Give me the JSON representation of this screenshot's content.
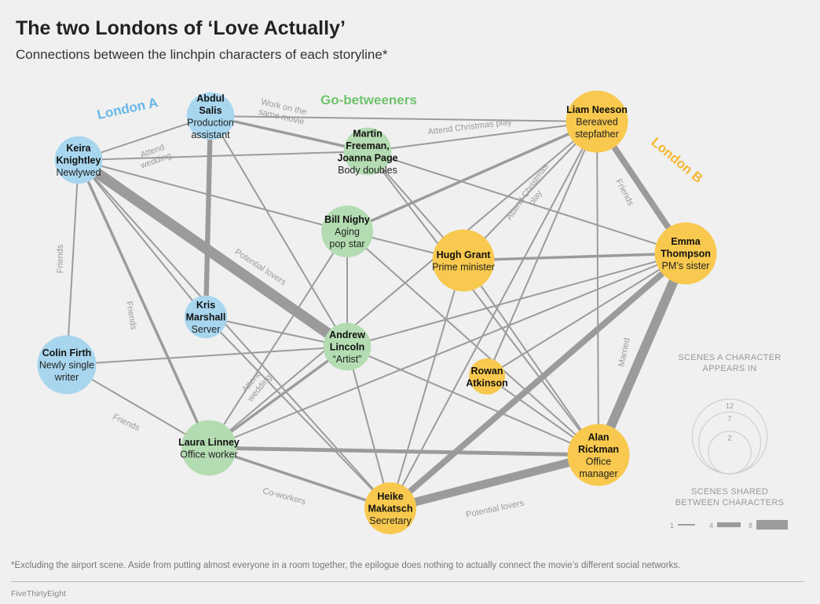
{
  "title": "The two Londons of ‘Love Actually’",
  "subtitle": "Connections between the linchpin characters of each storyline*",
  "group_labels": {
    "london_a": "London A",
    "go_betweeners": "Go-betweeners",
    "london_b": "London B"
  },
  "colors": {
    "london_a": "#a9d6ef",
    "go_betweeners": "#b4dcb2",
    "london_b": "#f8c94e",
    "edge": "#9b9b9b",
    "background": "#f0f0f0"
  },
  "nodes": [
    {
      "id": "keira",
      "name": [
        "Keira",
        "Knightley"
      ],
      "desc": [
        "Newlywed"
      ],
      "group": "london_a",
      "scenes": 3
    },
    {
      "id": "abdul",
      "name": [
        "Abdul",
        "Salis"
      ],
      "desc": [
        "Production",
        "assistant"
      ],
      "group": "london_a",
      "scenes": 3
    },
    {
      "id": "kris",
      "name": [
        "Kris",
        "Marshall"
      ],
      "desc": [
        "Server"
      ],
      "group": "london_a",
      "scenes": 2
    },
    {
      "id": "colin",
      "name": [
        "Colin Firth"
      ],
      "desc": [
        "Newly single",
        "writer"
      ],
      "group": "london_a",
      "scenes": 6
    },
    {
      "id": "martin",
      "name": [
        "Martin",
        "Freeman,",
        "Joanna Page"
      ],
      "desc": [
        "Body doubles"
      ],
      "group": "go_betweeners",
      "scenes": 3
    },
    {
      "id": "bill",
      "name": [
        "Bill Nighy"
      ],
      "desc": [
        "Aging",
        "pop star"
      ],
      "group": "go_betweeners",
      "scenes": 4
    },
    {
      "id": "andrew",
      "name": [
        "Andrew",
        "Lincoln"
      ],
      "desc": [
        "“Artist”"
      ],
      "group": "go_betweeners",
      "scenes": 3
    },
    {
      "id": "laura",
      "name": [
        "Laura Linney"
      ],
      "desc": [
        "Office worker"
      ],
      "group": "go_betweeners",
      "scenes": 5
    },
    {
      "id": "liam",
      "name": [
        "Liam Neeson"
      ],
      "desc": [
        "Bereaved",
        "stepfather"
      ],
      "group": "london_b",
      "scenes": 7
    },
    {
      "id": "emma",
      "name": [
        "Emma",
        "Thompson"
      ],
      "desc": [
        "PM’s sister"
      ],
      "group": "london_b",
      "scenes": 7
    },
    {
      "id": "hugh",
      "name": [
        "Hugh Grant"
      ],
      "desc": [
        "Prime minister"
      ],
      "group": "london_b",
      "scenes": 7
    },
    {
      "id": "rowan",
      "name": [
        "Rowan",
        "Atkinson"
      ],
      "desc": [],
      "group": "london_b",
      "scenes": 1
    },
    {
      "id": "alan",
      "name": [
        "Alan",
        "Rickman"
      ],
      "desc": [
        "Office",
        "manager"
      ],
      "group": "london_b",
      "scenes": 7
    },
    {
      "id": "heike",
      "name": [
        "Heike",
        "Makatsch"
      ],
      "desc": [
        "Secretary"
      ],
      "group": "london_b",
      "scenes": 4
    }
  ],
  "edges": [
    {
      "source": "keira",
      "target": "andrew",
      "shared": 9,
      "label": [
        "Potential lovers"
      ]
    },
    {
      "source": "keira",
      "target": "abdul",
      "shared": 1,
      "label": [
        "Attend",
        "wedding"
      ]
    },
    {
      "source": "keira",
      "target": "colin",
      "shared": 1,
      "label": [
        "Friends"
      ]
    },
    {
      "source": "keira",
      "target": "laura",
      "shared": 2,
      "label": [
        "Friends"
      ]
    },
    {
      "source": "keira",
      "target": "kris",
      "shared": 1
    },
    {
      "source": "keira",
      "target": "bill",
      "shared": 1
    },
    {
      "source": "keira",
      "target": "heike",
      "shared": 1
    },
    {
      "source": "keira",
      "target": "martin",
      "shared": 1
    },
    {
      "source": "abdul",
      "target": "martin",
      "shared": 2,
      "label": [
        "Work on the",
        "same movie"
      ]
    },
    {
      "source": "abdul",
      "target": "kris",
      "shared": 4
    },
    {
      "source": "abdul",
      "target": "andrew",
      "shared": 1
    },
    {
      "source": "abdul",
      "target": "liam",
      "shared": 1
    },
    {
      "source": "kris",
      "target": "andrew",
      "shared": 1
    },
    {
      "source": "kris",
      "target": "heike",
      "shared": 1,
      "label": [
        "Attend",
        "wedding"
      ]
    },
    {
      "source": "colin",
      "target": "laura",
      "shared": 1,
      "label": [
        "Friends"
      ]
    },
    {
      "source": "colin",
      "target": "andrew",
      "shared": 1
    },
    {
      "source": "martin",
      "target": "liam",
      "shared": 1,
      "label": [
        "Attend Christmas play"
      ]
    },
    {
      "source": "martin",
      "target": "hugh",
      "shared": 1
    },
    {
      "source": "martin",
      "target": "emma",
      "shared": 1
    },
    {
      "source": "martin",
      "target": "alan",
      "shared": 1
    },
    {
      "source": "bill",
      "target": "liam",
      "shared": 2
    },
    {
      "source": "bill",
      "target": "hugh",
      "shared": 1
    },
    {
      "source": "bill",
      "target": "andrew",
      "shared": 1
    },
    {
      "source": "bill",
      "target": "laura",
      "shared": 1
    },
    {
      "source": "bill",
      "target": "alan",
      "shared": 1
    },
    {
      "source": "andrew",
      "target": "heike",
      "shared": 1
    },
    {
      "source": "andrew",
      "target": "laura",
      "shared": 2
    },
    {
      "source": "andrew",
      "target": "emma",
      "shared": 1
    },
    {
      "source": "andrew",
      "target": "alan",
      "shared": 1
    },
    {
      "source": "laura",
      "target": "heike",
      "shared": 2,
      "label": [
        "Co-workers"
      ]
    },
    {
      "source": "laura",
      "target": "alan",
      "shared": 3
    },
    {
      "source": "laura",
      "target": "emma",
      "shared": 1
    },
    {
      "source": "laura",
      "target": "liam",
      "shared": 1
    },
    {
      "source": "liam",
      "target": "emma",
      "shared": 5,
      "label": [
        "Friends"
      ]
    },
    {
      "source": "liam",
      "target": "hugh",
      "shared": 1
    },
    {
      "source": "liam",
      "target": "rowan",
      "shared": 1,
      "label": [
        "Attend Christmas",
        "play"
      ]
    },
    {
      "source": "liam",
      "target": "alan",
      "shared": 1
    },
    {
      "source": "liam",
      "target": "heike",
      "shared": 1
    },
    {
      "source": "emma",
      "target": "hugh",
      "shared": 2
    },
    {
      "source": "emma",
      "target": "alan",
      "shared": 8,
      "label": [
        "Married"
      ]
    },
    {
      "source": "emma",
      "target": "heike",
      "shared": 5
    },
    {
      "source": "emma",
      "target": "rowan",
      "shared": 1
    },
    {
      "source": "hugh",
      "target": "alan",
      "shared": 1
    },
    {
      "source": "hugh",
      "target": "heike",
      "shared": 1
    },
    {
      "source": "rowan",
      "target": "alan",
      "shared": 1
    },
    {
      "source": "heike",
      "target": "alan",
      "shared": 7,
      "label": [
        "Potential lovers"
      ]
    }
  ],
  "legend": {
    "size_title": [
      "SCENES A CHARACTER",
      "APPEARS IN"
    ],
    "size_values": [
      12,
      7,
      2
    ],
    "width_title": [
      "SCENES SHARED",
      "BETWEEN CHARACTERS"
    ],
    "width_values": [
      1,
      4,
      8
    ]
  },
  "footnote": "*Excluding the airport scene. Aside from putting almost everyone in a room together, the epilogue does nothing to actually connect the movie’s different social networks.",
  "source": "FiveThirtyEight"
}
